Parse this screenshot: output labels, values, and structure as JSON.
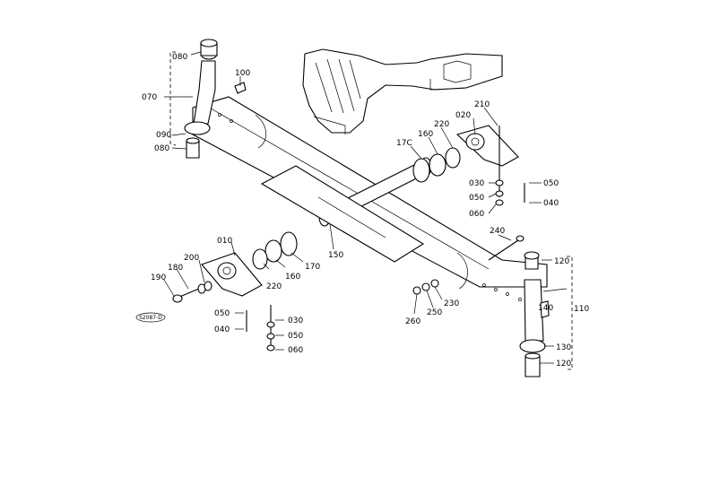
{
  "diagram": {
    "labels": {
      "p010": "010",
      "p020": "020",
      "p030a": "030",
      "p030b": "030",
      "p040a": "040",
      "p040b": "040",
      "p050a": "050",
      "p050b": "050",
      "p050c": "050",
      "p050d": "050",
      "p060a": "060",
      "p060b": "060",
      "p070": "070",
      "p080a": "080",
      "p080b": "080",
      "p090": "090",
      "p100": "100",
      "p110": "110",
      "p120a": "120",
      "p120b": "120",
      "p130": "130",
      "p140": "140",
      "p150": "150",
      "p160a": "160",
      "p160b": "160",
      "p170a": "17C",
      "p170b": "170",
      "p180": "180",
      "p190": "190",
      "p200": "200",
      "p210": "210",
      "p220a": "220",
      "p220b": "220",
      "p230": "230",
      "p240": "240",
      "p250": "250",
      "p260": "260"
    },
    "stamp": "S2087-D"
  }
}
